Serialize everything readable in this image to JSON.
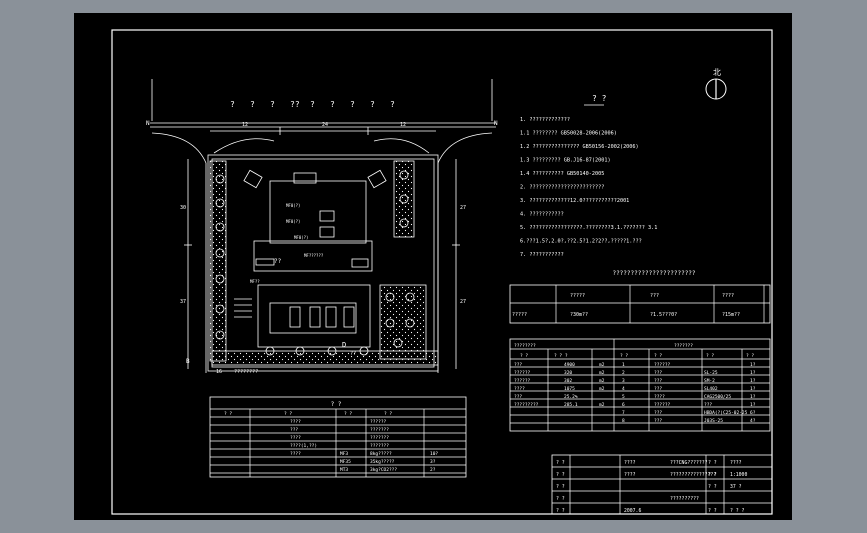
{
  "colors": {
    "background": "#000000",
    "frame": "#ffffff",
    "viewport": "#8a9199",
    "line": "#ffffff"
  },
  "north_symbol": "北",
  "plan": {
    "top_labels": [
      "?",
      "?",
      "?",
      "??",
      "?",
      "?",
      "?",
      "?",
      "?"
    ],
    "dims_top": [
      "12",
      "24",
      "12"
    ],
    "dim_left_upper": "30",
    "dim_left_lower": "37",
    "dim_right_upper": "27",
    "dim_right_lower": "27",
    "dim_bottom": "16",
    "dim_bottom_total": "????????",
    "road_mark_left": "N",
    "road_mark_right": "N",
    "pump_labels": [
      "MF0(?)",
      "MF0(?)",
      "MF0(?)"
    ],
    "canopy_label": "??",
    "canopy_note": "MF??????",
    "yard_label": "MF??",
    "station_mark": "D",
    "station_sub": "??",
    "letters": "B"
  },
  "legend": {
    "title": "? ?",
    "headers": [
      "? ?",
      "? ?",
      "? ?",
      "? ?"
    ],
    "rows": [
      [
        "",
        "????",
        "",
        "??????"
      ],
      [
        "",
        "???",
        "",
        "???????"
      ],
      [
        "",
        "????",
        "",
        "???????"
      ],
      [
        "",
        "????(1,??)",
        "",
        "???????"
      ],
      [
        "",
        "????",
        "MF3",
        "8kg?????",
        "10?"
      ],
      [
        "",
        "",
        "MF35",
        "35kg?????",
        "3?"
      ],
      [
        "",
        "",
        "MT3",
        "3kg?CO2???",
        "2?"
      ]
    ]
  },
  "notes": {
    "title": "? ?",
    "lines": [
      "1.  ?????????????",
      "1.1 ???????? GB50028-2006(2006)",
      "1.2 ??????????????? GB50156-2002(2006)",
      "1.3 ????????? GB.J16-87(2001)",
      "1.4 ?????????? GB50140-2005",
      "2. ????????????????????????",
      "3. ?????????????12.0???????????2001",
      "4. ???????????",
      "5. ?????????????????.????????3.1.??????? 3.1",
      "6.???1.5?,2.0?,??2.5?1.2?2??,?????1.???",
      "7. ???????????"
    ]
  },
  "tech_table": {
    "title": "???????????????????????",
    "rows": [
      [
        "",
        "?????",
        "???",
        "????",
        ""
      ],
      [
        "?????",
        "?30m??",
        "?1.5???0?",
        "?15m??",
        ""
      ]
    ]
  },
  "stats_table": {
    "header": [
      "????????",
      "",
      "???????"
    ],
    "sub_header": [
      "? ?",
      "? ? ?",
      "? ?",
      "? ?",
      "? ?",
      "? ?"
    ],
    "rows": [
      [
        "???",
        "4900",
        "m2",
        "1",
        "??????",
        "",
        "1?"
      ],
      [
        "??????",
        "320",
        "m2",
        "2",
        "???",
        "SL-25",
        "1?"
      ],
      [
        "??????",
        "302",
        "m2",
        "3",
        "???",
        "SM-2",
        "1?"
      ],
      [
        "????",
        "1075",
        "m2",
        "4",
        "???",
        "SL402",
        "1?"
      ],
      [
        "???",
        "25.2%",
        "",
        "5",
        "????",
        "CAG2500/25",
        "1?"
      ],
      [
        "?????????",
        "285.1",
        "m2",
        "6",
        "??????",
        "???",
        "1?"
      ],
      [
        "",
        "",
        "",
        "7",
        "???",
        "HBDA(?)C25-02-25",
        "6?"
      ],
      [
        "",
        "",
        "",
        "8",
        "???",
        "J03S-25",
        "4?"
      ]
    ]
  },
  "title_block": {
    "rows": [
      [
        "? ?",
        "????",
        "???CNG???????",
        "? ?",
        "????"
      ],
      [
        "? ?",
        "????",
        "????????????????",
        "? ?",
        "1:1000"
      ],
      [
        "? ?",
        "",
        "",
        "? ?",
        "37 ?"
      ],
      [
        "? ?",
        "",
        "??????????",
        "",
        ""
      ],
      [
        "? ?",
        "2007.6",
        "",
        "? ?",
        "? ? ?"
      ]
    ]
  }
}
